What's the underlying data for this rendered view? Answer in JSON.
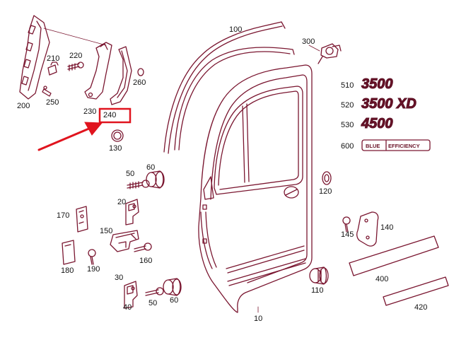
{
  "diagram": {
    "parts": [
      {
        "number": "100"
      },
      {
        "number": "300"
      },
      {
        "number": "210"
      },
      {
        "number": "220"
      },
      {
        "number": "260"
      },
      {
        "number": "200"
      },
      {
        "number": "250"
      },
      {
        "number": "230"
      },
      {
        "number": "240"
      },
      {
        "number": "130"
      },
      {
        "number": "50"
      },
      {
        "number": "60"
      },
      {
        "number": "20"
      },
      {
        "number": "170"
      },
      {
        "number": "150"
      },
      {
        "number": "160"
      },
      {
        "number": "180"
      },
      {
        "number": "190"
      },
      {
        "number": "30"
      },
      {
        "number": "40"
      },
      {
        "number": "50"
      },
      {
        "number": "60"
      },
      {
        "number": "10"
      },
      {
        "number": "110"
      },
      {
        "number": "120"
      },
      {
        "number": "145"
      },
      {
        "number": "140"
      },
      {
        "number": "400"
      },
      {
        "number": "420"
      },
      {
        "number": "510"
      },
      {
        "number": "520"
      },
      {
        "number": "530"
      },
      {
        "number": "600"
      }
    ],
    "emblems": [
      {
        "number": "510",
        "text": "3500"
      },
      {
        "number": "520",
        "text": "3500 XD"
      },
      {
        "number": "530",
        "text": "4500"
      }
    ],
    "badge": {
      "left": "BLUE",
      "right": "EFFICIENCY"
    },
    "highlight": {
      "part": "240",
      "color": "#e0141e"
    },
    "line_color": "#7a1630"
  }
}
